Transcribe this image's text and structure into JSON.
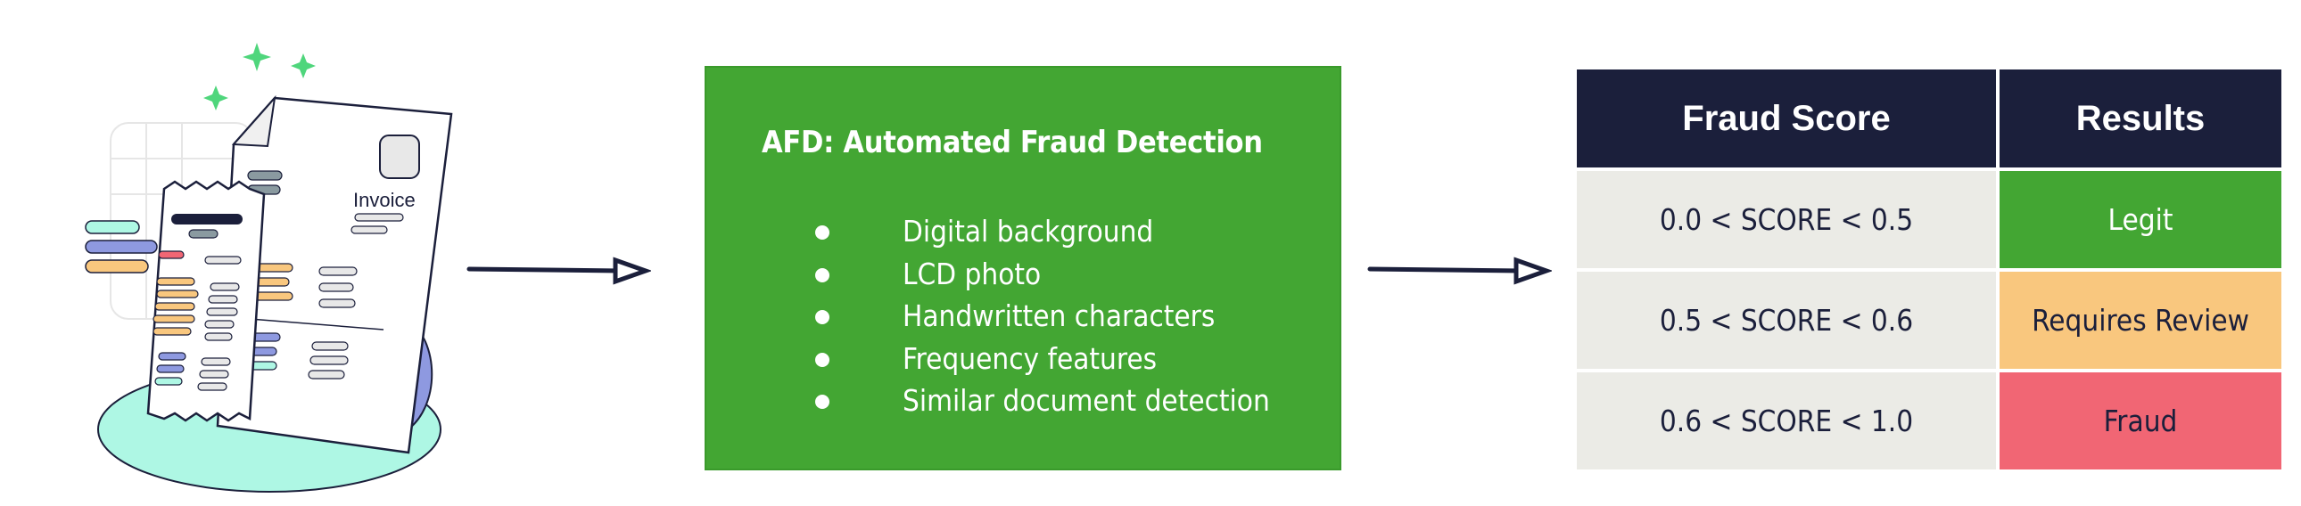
{
  "illustration": {
    "invoice_label": "Invoice",
    "icon": "invoice-receipt-icon"
  },
  "afd": {
    "title": "AFD: Automated Fraud Detection",
    "items": [
      "Digital background",
      "LCD photo",
      "Handwritten characters",
      "Frequency features",
      "Similar document detection"
    ]
  },
  "table": {
    "headers": [
      "Fraud Score",
      "Results"
    ],
    "rows": [
      {
        "score": "0.0 < SCORE < 0.5",
        "result": "Legit",
        "color": "#43a633",
        "text_color": "#ffffff"
      },
      {
        "score": "0.5 < SCORE < 0.6",
        "result": "Requires Review",
        "color": "#f9c77e",
        "text_color": "#1b1f3b"
      },
      {
        "score": "0.6 < SCORE < 1.0",
        "result": "Fraud",
        "color": "#f16674",
        "text_color": "#1b1f3b"
      }
    ]
  },
  "colors": {
    "green": "#43a633",
    "navy": "#1b1f3b",
    "amber": "#f9c77e",
    "red": "#f16674",
    "mint": "#aef7e4",
    "lavender": "#8e99e0"
  }
}
